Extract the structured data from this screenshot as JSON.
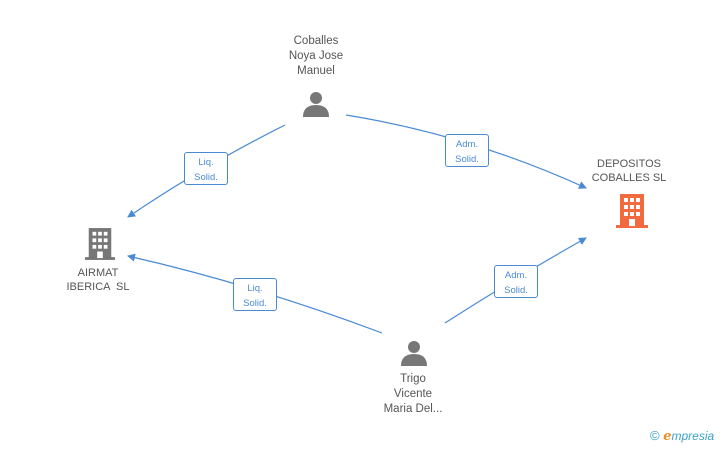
{
  "nodes": {
    "coballes_person": {
      "lines": [
        "Coballes",
        "Noya Jose",
        "Manuel"
      ]
    },
    "trigo_person": {
      "lines": [
        "Trigo",
        "Vicente",
        "Maria Del..."
      ]
    },
    "depositos_company": {
      "lines": [
        "DEPOSITOS",
        "COBALLES SL"
      ],
      "color": "#f26a3d"
    },
    "airmat_company": {
      "lines": [
        "AIRMAT",
        "IBERICA  SL"
      ],
      "color": "#777777"
    }
  },
  "edges": {
    "coballes_to_depositos": {
      "lines": [
        "Adm.",
        "Solid."
      ]
    },
    "coballes_to_airmat": {
      "lines": [
        "Liq.",
        "Solid."
      ]
    },
    "trigo_to_airmat": {
      "lines": [
        "Liq.",
        "Solid."
      ]
    },
    "trigo_to_depositos": {
      "lines": [
        "Adm.",
        "Solid."
      ]
    }
  },
  "colors": {
    "edge": "#4a8ad3",
    "person_icon": "#777777"
  },
  "footer": {
    "copyright_symbol": "©",
    "brand_first": "e",
    "brand_rest": "mpresia"
  }
}
